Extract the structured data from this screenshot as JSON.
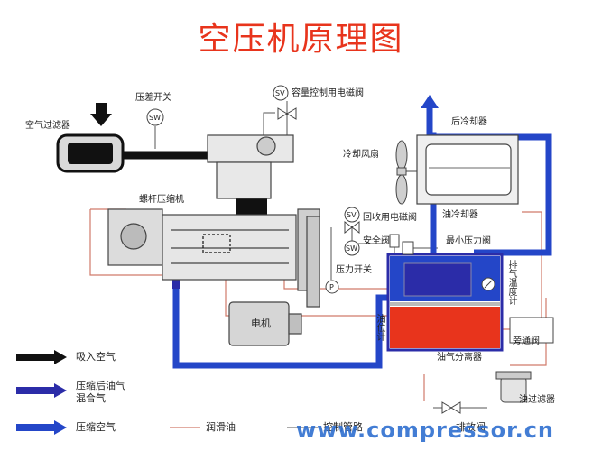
{
  "title": "空压机原理图",
  "labels": {
    "pressure_diff_switch": "压差开关",
    "sv": "SV",
    "sw": "SW",
    "p": "P",
    "capacity_valve": "容量控制用电磁阀",
    "air_filter": "空气过滤器",
    "aftercooler": "后冷却器",
    "cooling_fan": "冷却风扇",
    "screw_compressor": "螺杆压缩机",
    "oil_cooler": "油冷却器",
    "blowdown_valve": "回收用电磁阀",
    "safety_valve": "安全阀",
    "min_pressure_valve": "最小压力阀",
    "pressure_switch": "压力开关",
    "exhaust_temp_gauge": "排气温度计",
    "motor": "电机",
    "oil_level_gauge": "油位计",
    "bypass_valve": "旁通阀",
    "oil_separator": "油气分离器",
    "oil_filter": "油过滤器"
  },
  "legend": {
    "intake_air": "吸入空气",
    "oil_air_mix": "压缩后油气混合气",
    "compressed_air": "压缩空气",
    "lube_oil": "润滑油",
    "control_line": "控制管路",
    "drain_valve": "排放阀"
  },
  "watermark": "www.compressor.cn",
  "colors": {
    "title": "#e8341c",
    "intake_air": "#111111",
    "oil_air_mix": "#2b2ca8",
    "compressed_air": "#2446c8",
    "lube_oil": "#d07a6a",
    "oil": "#e8341c",
    "watermark": "#2f6fd0"
  }
}
